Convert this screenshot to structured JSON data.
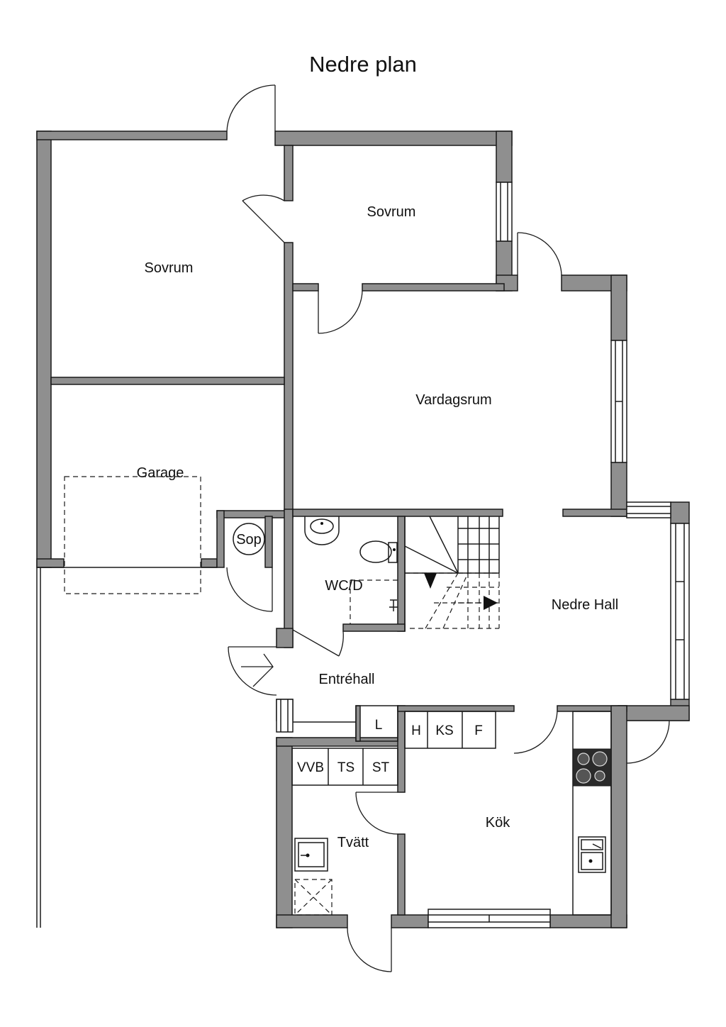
{
  "title": "Nedre plan",
  "rooms": {
    "sovrum_left": "Sovrum",
    "sovrum_right": "Sovrum",
    "vardagsrum": "Vardagsrum",
    "garage": "Garage",
    "sop": "Sop",
    "wc": "WC/D",
    "nedre_hall": "Nedre Hall",
    "entrehall": "Entréhall",
    "kok": "Kök",
    "tvatt": "Tvätt"
  },
  "fixtures": {
    "l": "L",
    "h": "H",
    "ks": "KS",
    "f": "F",
    "vvb": "VVB",
    "ts": "TS",
    "st": "ST"
  },
  "colors": {
    "wall_fill": "#8f8f8f",
    "line": "#1a1a1a",
    "background": "#ffffff"
  }
}
